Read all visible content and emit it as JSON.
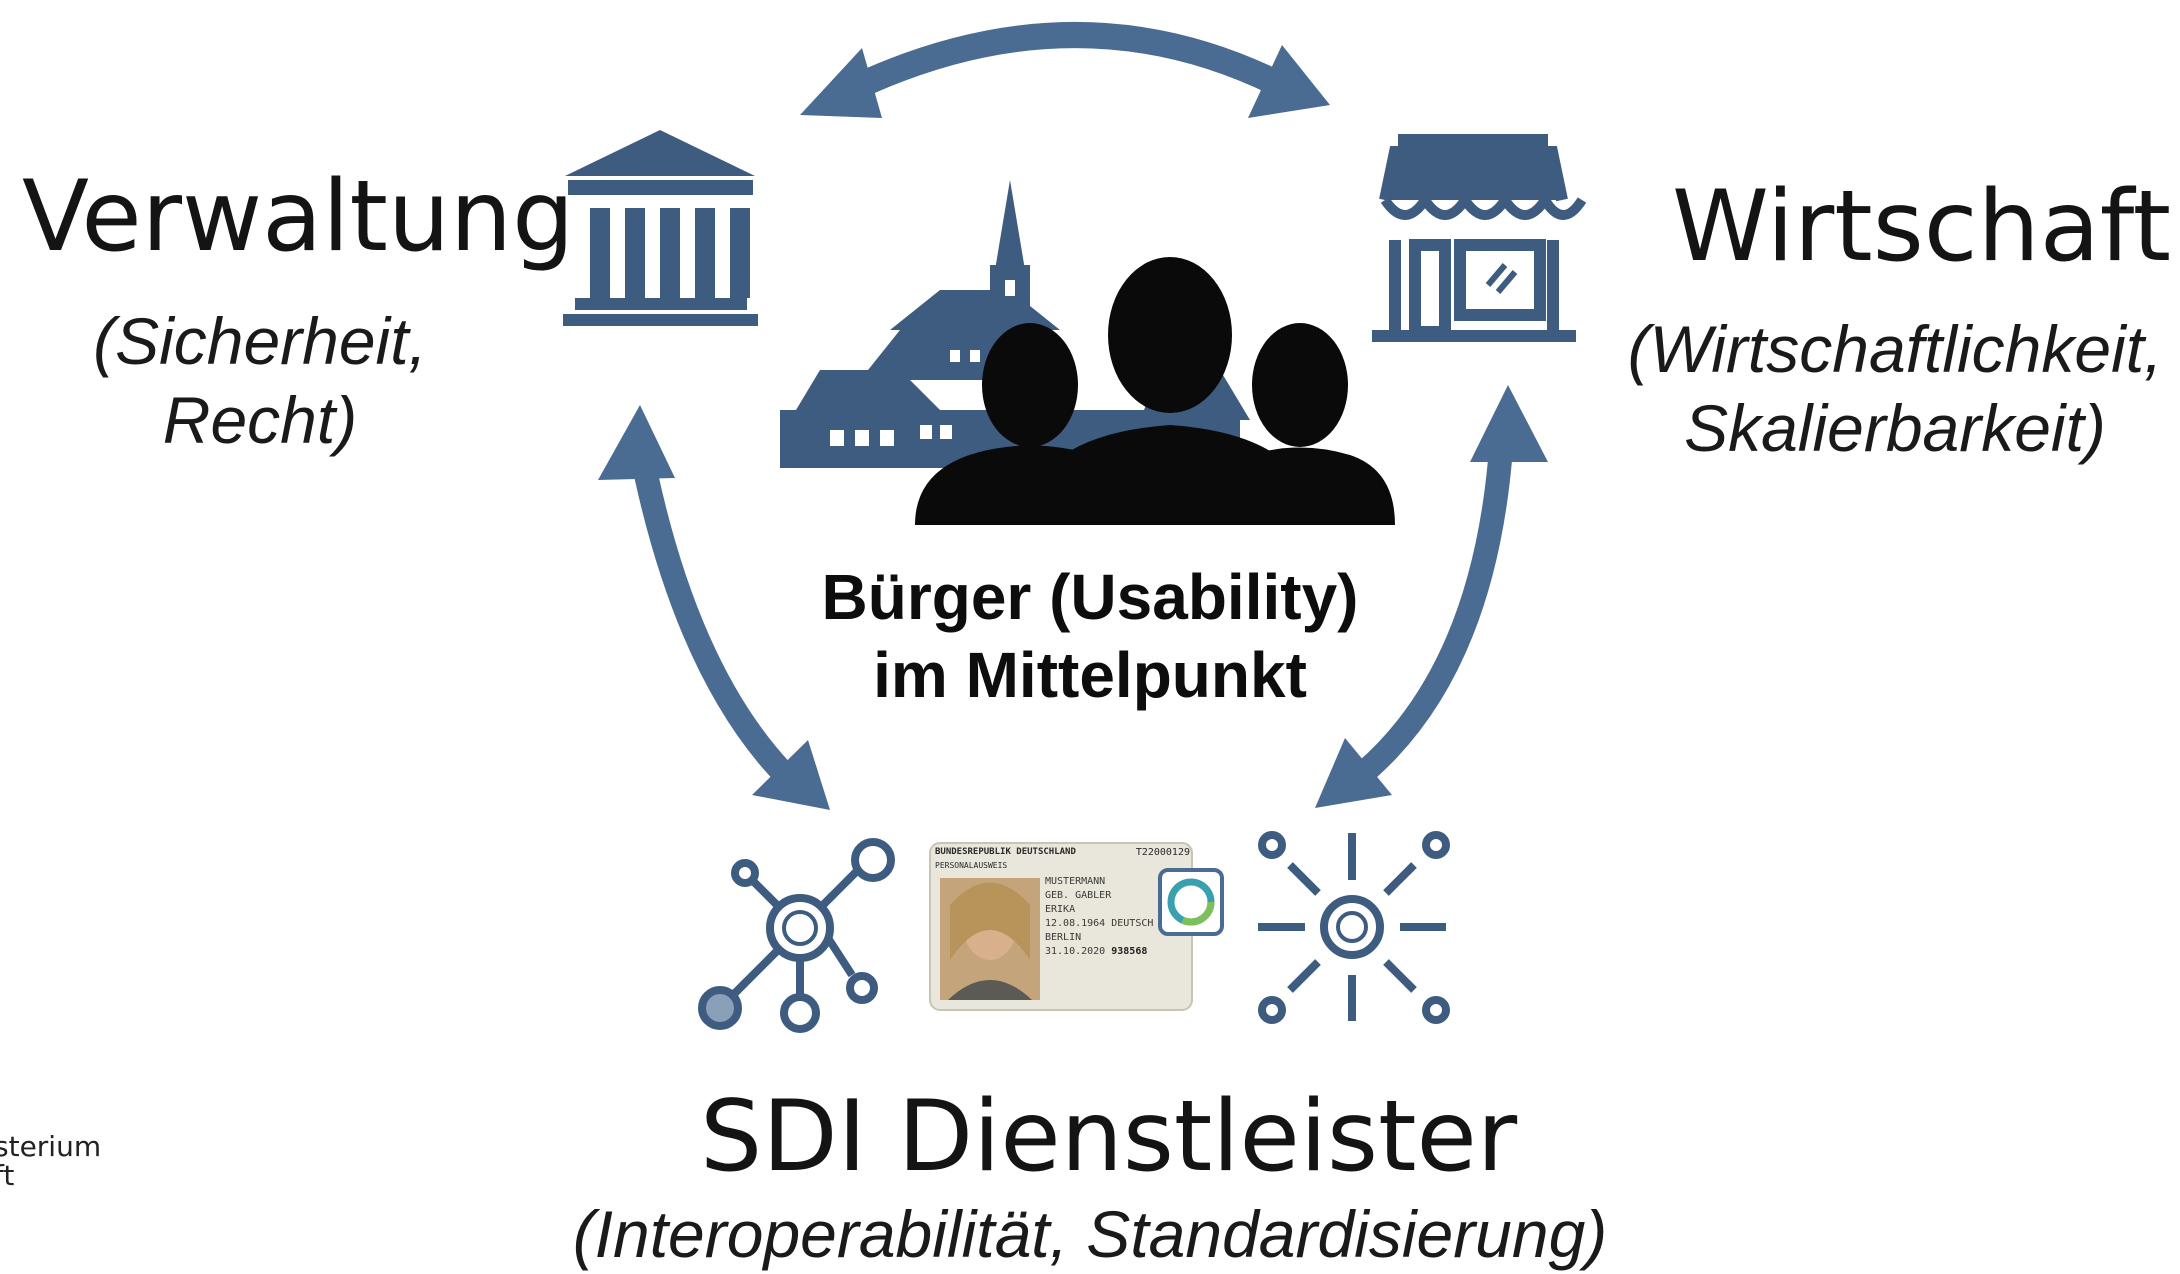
{
  "nodes": {
    "verwaltung": {
      "title": "Verwaltung",
      "subtitle_line1": "(Sicherheit,",
      "subtitle_line2": "Recht)"
    },
    "wirtschaft": {
      "title": "Wirtschaft",
      "subtitle_line1": "(Wirtschaftlichkeit,",
      "subtitle_line2": "Skalierbarkeit)"
    },
    "center": {
      "line1": "Bürger (Usability)",
      "line2": "im Mittelpunkt"
    },
    "sdi": {
      "title": "SDI Dienstleister",
      "subtitle": "(Interoperabilität, Standardisierung)"
    }
  },
  "id_card": {
    "header": "BUNDESREPUBLIK DEUTSCHLAND",
    "doc_type": "PERSONALAUSWEIS",
    "number": "T22000129",
    "surname": "MUSTERMANN",
    "birth_name": "GEB. GABLER",
    "given_name": "ERIKA",
    "birth_date": "12.08.1964",
    "nationality": "DEUTSCH",
    "birth_place": "BERLIN",
    "expiry": "31.10.2020",
    "can": "938568"
  },
  "logo_fragment": {
    "line1": "sterium",
    "line2": "ft"
  },
  "icons": [
    "bank-icon",
    "shop-icon",
    "town-icon",
    "people-icon",
    "fingerprint-network-icon",
    "id-card-icon",
    "fingerprint-converge-icon"
  ],
  "colors": {
    "accent": "#4b6c92",
    "icon": "#3e5b80",
    "silhouette": "#0a0a0a"
  }
}
